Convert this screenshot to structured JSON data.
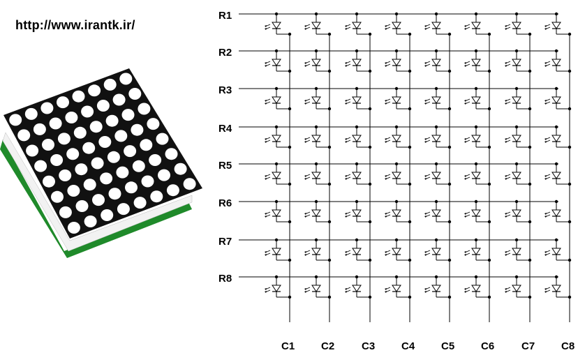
{
  "source_url": "http://www.irantk.ir/",
  "rows": [
    "R1",
    "R2",
    "R3",
    "R4",
    "R5",
    "R6",
    "R7",
    "R8"
  ],
  "columns": [
    "C1",
    "C2",
    "C3",
    "C4",
    "C5",
    "C6",
    "C7",
    "C8"
  ],
  "colors": {
    "wire": "#000000",
    "module_body": "#111111",
    "led_dot": "#ffffff",
    "pcb": "#1f8a2a",
    "module_side": "#f2f2f2"
  }
}
